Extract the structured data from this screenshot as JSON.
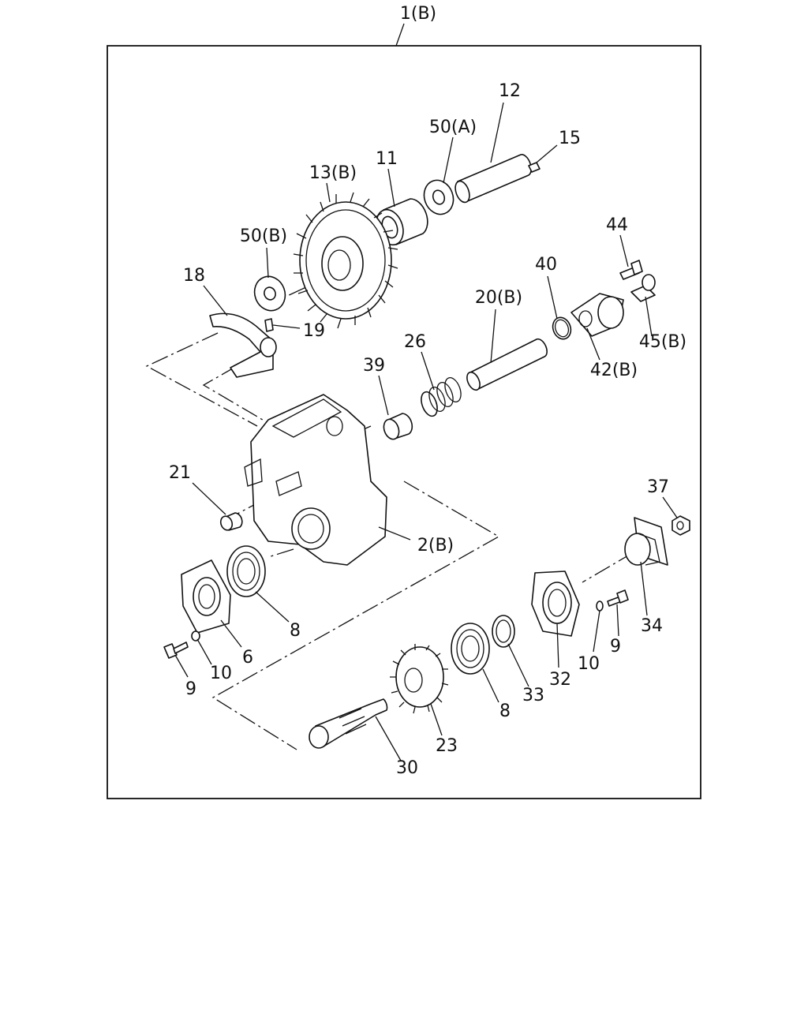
{
  "diagram": {
    "assembly_label": "1(B)",
    "callouts": [
      {
        "id": "c12",
        "text": "12"
      },
      {
        "id": "c15",
        "text": "15"
      },
      {
        "id": "c50a",
        "text": "50(A)"
      },
      {
        "id": "c11",
        "text": "11"
      },
      {
        "id": "c13b",
        "text": "13(B)"
      },
      {
        "id": "c44",
        "text": "44"
      },
      {
        "id": "c50b",
        "text": "50(B)"
      },
      {
        "id": "c40",
        "text": "40"
      },
      {
        "id": "c18",
        "text": "18"
      },
      {
        "id": "c20b",
        "text": "20(B)"
      },
      {
        "id": "c19",
        "text": "19"
      },
      {
        "id": "c45b",
        "text": "45(B)"
      },
      {
        "id": "c26",
        "text": "26"
      },
      {
        "id": "c39",
        "text": "39"
      },
      {
        "id": "c42b",
        "text": "42(B)"
      },
      {
        "id": "c21",
        "text": "21"
      },
      {
        "id": "c37",
        "text": "37"
      },
      {
        "id": "c2b",
        "text": "2(B)"
      },
      {
        "id": "c8a",
        "text": "8"
      },
      {
        "id": "c34",
        "text": "34"
      },
      {
        "id": "c6",
        "text": "6"
      },
      {
        "id": "c10a",
        "text": "10"
      },
      {
        "id": "c9a",
        "text": "9"
      },
      {
        "id": "c10b",
        "text": "10"
      },
      {
        "id": "c9b",
        "text": "9"
      },
      {
        "id": "c32",
        "text": "32"
      },
      {
        "id": "c33",
        "text": "33"
      },
      {
        "id": "c8b",
        "text": "8"
      },
      {
        "id": "c23",
        "text": "23"
      },
      {
        "id": "c30",
        "text": "30"
      }
    ]
  }
}
